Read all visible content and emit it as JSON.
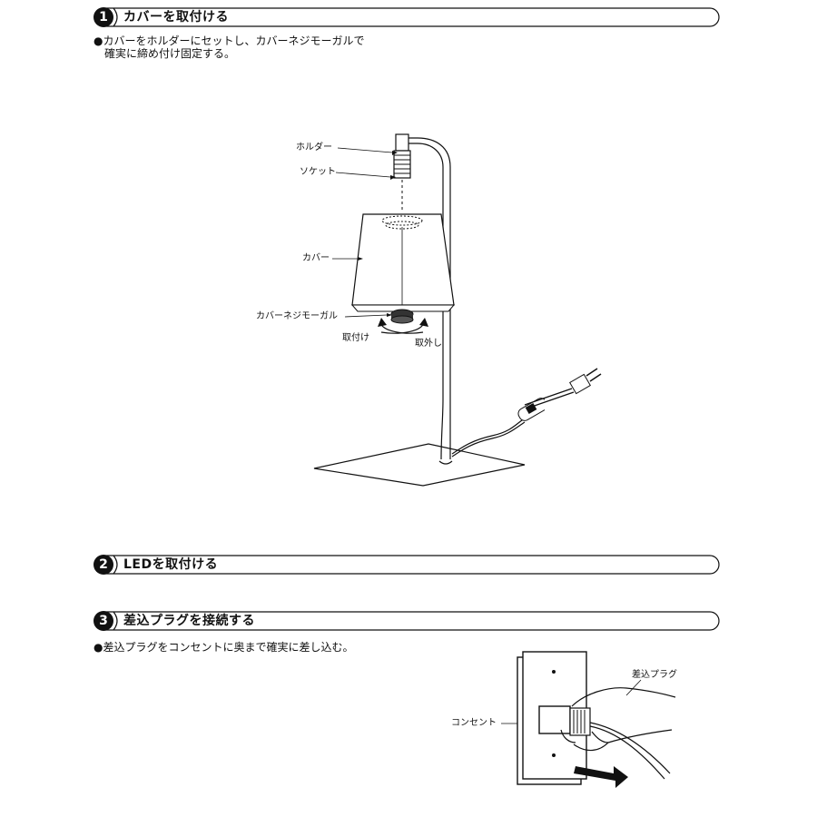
{
  "steps": [
    {
      "number": "1",
      "title": "カバーを取付ける",
      "instruction_line1": "●カバーをホルダーにセットし、カバーネジモーガルで",
      "instruction_line2": "確実に締め付け固定する。"
    },
    {
      "number": "2",
      "title": "LEDを取付ける"
    },
    {
      "number": "3",
      "title": "差込プラグを接続する",
      "instruction_line1": "●差込プラグをコンセントに奥まで確実に差し込む。"
    }
  ],
  "lamp_labels": {
    "holder": "ホルダー",
    "socket": "ソケット",
    "cover": "カバー",
    "cover_screw": "カバーネジモーガル",
    "attach": "取付け",
    "detach": "取外し"
  },
  "outlet_labels": {
    "plug": "差込プラグ",
    "outlet": "コンセント"
  }
}
